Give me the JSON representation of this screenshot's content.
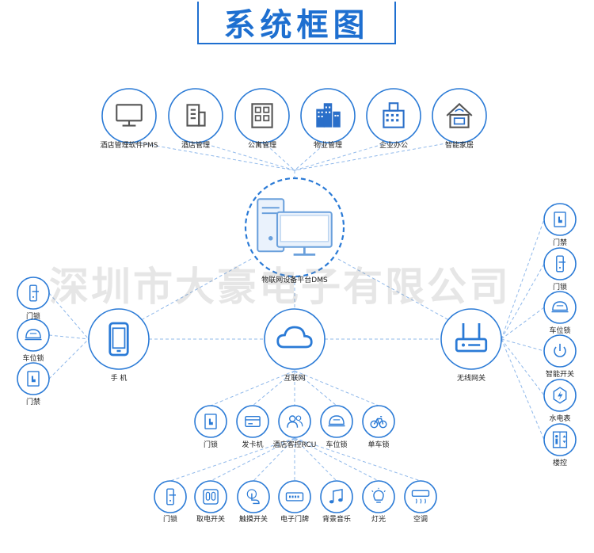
{
  "title": "系统框图",
  "watermark": "深圳市大豪电子有限公司",
  "colors": {
    "accent": "#1e6fd0",
    "line": "#8fb8ea",
    "icon": "#2a7ad6"
  },
  "top_apps": [
    {
      "label": "酒店管理软件PMS",
      "icon": "monitor-icon"
    },
    {
      "label": "酒店管理",
      "icon": "document-icon"
    },
    {
      "label": "公寓管理",
      "icon": "apartment-icon"
    },
    {
      "label": "物业管理",
      "icon": "buildings-icon"
    },
    {
      "label": "企业办公",
      "icon": "office-icon"
    },
    {
      "label": "智能家居",
      "icon": "smart-home-icon"
    }
  ],
  "platform": {
    "label": "物联网设备平台DMS",
    "icon": "server-monitor-icon"
  },
  "cloud": {
    "label": "互联网",
    "icon": "cloud-icon"
  },
  "phone": {
    "label": "手 机",
    "icon": "phone-icon"
  },
  "gateway": {
    "label": "无线网关",
    "icon": "router-icon"
  },
  "phone_devices": [
    {
      "label": "门锁",
      "icon": "lock-icon"
    },
    {
      "label": "车位锁",
      "icon": "parking-lock-icon"
    },
    {
      "label": "门禁",
      "icon": "access-icon"
    }
  ],
  "gateway_devices": [
    {
      "label": "门禁",
      "icon": "access-icon"
    },
    {
      "label": "门锁",
      "icon": "lock-icon"
    },
    {
      "label": "车位锁",
      "icon": "parking-lock-icon"
    },
    {
      "label": "智能开关",
      "icon": "power-icon"
    },
    {
      "label": "水电表",
      "icon": "meter-icon"
    },
    {
      "label": "楼控",
      "icon": "elevator-icon"
    }
  ],
  "cloud_devices": [
    {
      "label": "门锁",
      "icon": "access-icon"
    },
    {
      "label": "发卡机",
      "icon": "card-icon"
    },
    {
      "label": "酒店客控RCU",
      "icon": "users-icon"
    },
    {
      "label": "车位锁",
      "icon": "parking-lock-icon"
    },
    {
      "label": "单车锁",
      "icon": "bicycle-icon"
    }
  ],
  "rcu_devices": [
    {
      "label": "门锁",
      "icon": "lock-icon"
    },
    {
      "label": "取电开关",
      "icon": "card-switch-icon"
    },
    {
      "label": "触摸开关",
      "icon": "touch-icon"
    },
    {
      "label": "电子门牌",
      "icon": "doorplate-icon"
    },
    {
      "label": "背景音乐",
      "icon": "music-icon"
    },
    {
      "label": "灯光",
      "icon": "bulb-icon"
    },
    {
      "label": "空调",
      "icon": "ac-icon"
    }
  ]
}
